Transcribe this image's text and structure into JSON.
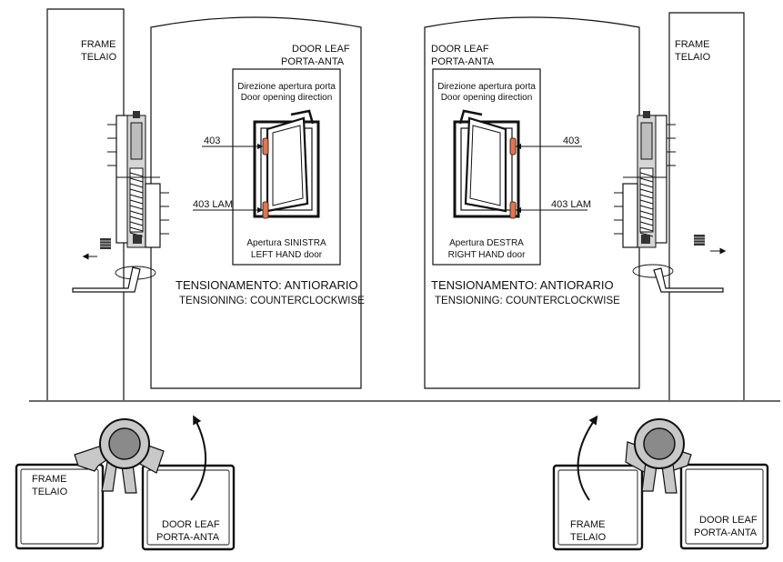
{
  "left_panel": {
    "frame_label": [
      "FRAME",
      "TELAIO"
    ],
    "leaf_label": [
      "DOOR LEAF",
      "PORTA-ANTA"
    ],
    "box_title": [
      "Direzione apertura porta",
      "Door opening direction"
    ],
    "callout_upper": "403",
    "callout_lower": "403 LAM",
    "box_caption": [
      "Apertura SINISTRA",
      "LEFT HAND door"
    ],
    "tension_it": "TENSIONAMENTO: ANTIORARIO",
    "tension_en": "TENSIONING: COUNTERCLOCKWISE"
  },
  "right_panel": {
    "frame_label": [
      "FRAME",
      "TELAIO"
    ],
    "leaf_label": [
      "DOOR LEAF",
      "PORTA-ANTA"
    ],
    "box_title": [
      "Direzione apertura porta",
      "Door opening direction"
    ],
    "callout_upper": "403",
    "callout_lower": "403 LAM",
    "box_caption": [
      "Apertura DESTRA",
      "RIGHT HAND door"
    ],
    "tension_it": "TENSIONAMENTO: ANTIORARIO",
    "tension_en": "TENSIONING: COUNTERCLOCKWISE"
  },
  "bottom_left": {
    "frame_label": [
      "FRAME",
      "TELAIO"
    ],
    "leaf_label": [
      "DOOR LEAF",
      "PORTA-ANTA"
    ]
  },
  "bottom_right": {
    "frame_label": [
      "FRAME",
      "TELAIO"
    ],
    "leaf_label": [
      "DOOR LEAF",
      "PORTA-ANTA"
    ]
  },
  "colors": {
    "line": "#111111",
    "hinge_gray": "#c8c8c8",
    "hinge_dark": "#8a8a8a",
    "marker_orange": "#e8744a"
  },
  "icons": [
    "hinge-cross-section-icon",
    "allen-key-icon",
    "grub-screw-icon",
    "rotation-arrow-icon",
    "door-icon"
  ]
}
